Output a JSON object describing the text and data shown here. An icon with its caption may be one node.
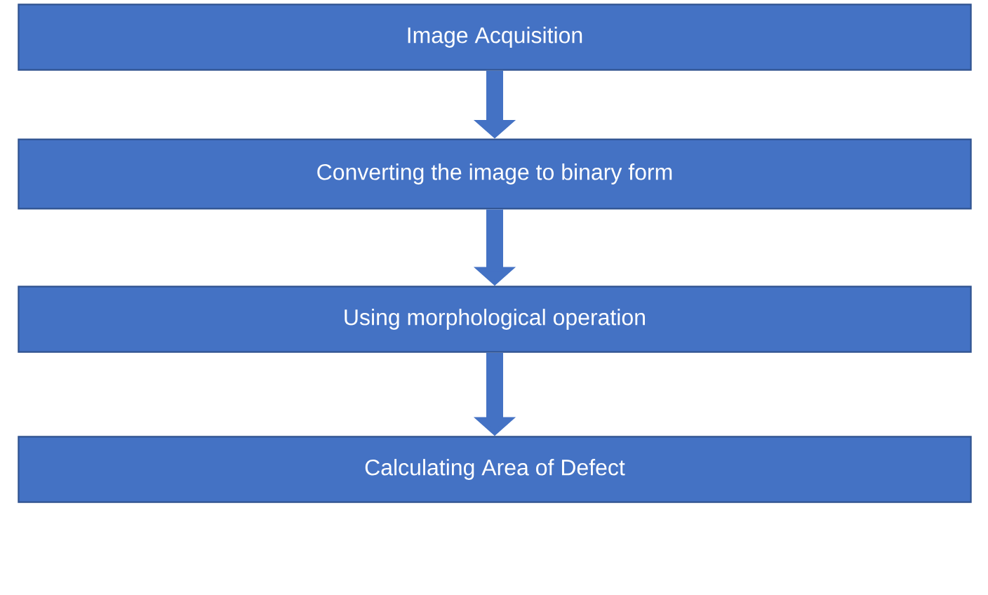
{
  "diagram": {
    "nodes": [
      {
        "text": [
          "Image Acquisition"
        ]
      },
      {
        "text": [
          "Converting the image to binary form"
        ]
      },
      {
        "text": [
          "Using morphological operation"
        ]
      },
      {
        "text": [
          "Calculating Area of Defect"
        ]
      }
    ],
    "edges": [
      {
        "from": 0,
        "to": 1,
        "arrow": "to"
      },
      {
        "from": 1,
        "to": 2,
        "arrow": "to"
      },
      {
        "from": 2,
        "to": 3,
        "arrow": "to"
      }
    ]
  }
}
